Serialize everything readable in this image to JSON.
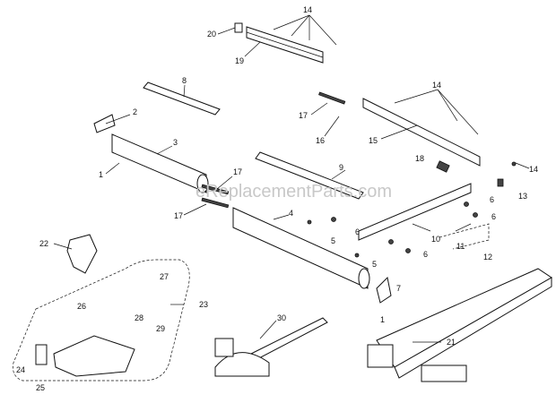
{
  "watermark": "eReplacementParts.com",
  "callouts": {
    "c14a": "14",
    "c20": "20",
    "c19": "19",
    "c8": "8",
    "c14b": "14",
    "c17a": "17",
    "c16": "16",
    "c2": "2",
    "c3": "3",
    "c15": "15",
    "c1a": "1",
    "c18": "18",
    "c14c": "14",
    "c13": "13",
    "c9": "9",
    "c17b": "17",
    "c17c": "17",
    "c4": "4",
    "c6a": "6",
    "c6b": "6",
    "c10": "10",
    "c5a": "5",
    "c6c": "6",
    "c11": "11",
    "c22": "22",
    "c6d": "6",
    "c12": "12",
    "c5b": "5",
    "c7": "7",
    "c27": "27",
    "c23": "23",
    "c1b": "1",
    "c26": "26",
    "c28": "28",
    "c30": "30",
    "c29": "29",
    "c21": "21",
    "c24": "24",
    "c25": "25"
  }
}
